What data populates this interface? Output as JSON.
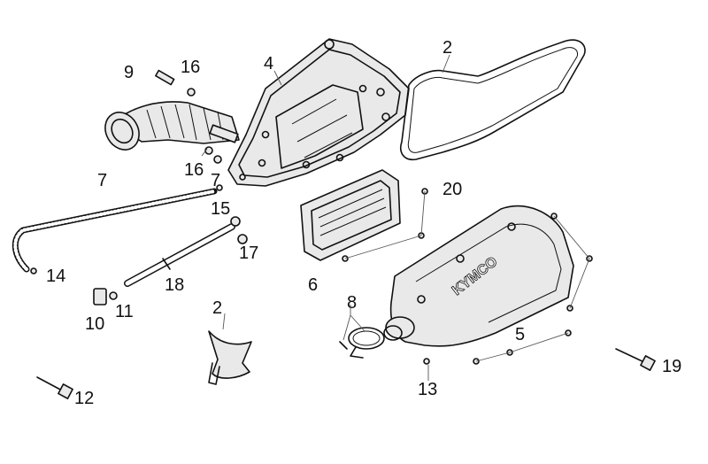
{
  "parts": [
    {
      "key": "p9",
      "label": "9"
    },
    {
      "key": "p16a",
      "label": "16"
    },
    {
      "key": "p4",
      "label": "4"
    },
    {
      "key": "p2a",
      "label": "2"
    },
    {
      "key": "p16b",
      "label": "16"
    },
    {
      "key": "p7a",
      "label": "7"
    },
    {
      "key": "p7b",
      "label": "7"
    },
    {
      "key": "p20",
      "label": "20"
    },
    {
      "key": "p15",
      "label": "15"
    },
    {
      "key": "p17",
      "label": "17"
    },
    {
      "key": "p14",
      "label": "14"
    },
    {
      "key": "p18",
      "label": "18"
    },
    {
      "key": "p6",
      "label": "6"
    },
    {
      "key": "p2b",
      "label": "2"
    },
    {
      "key": "p8",
      "label": "8"
    },
    {
      "key": "p10",
      "label": "10"
    },
    {
      "key": "p11",
      "label": "11"
    },
    {
      "key": "p5",
      "label": "5"
    },
    {
      "key": "p19",
      "label": "19"
    },
    {
      "key": "p12",
      "label": "12"
    },
    {
      "key": "p13",
      "label": "13"
    }
  ],
  "brand_mark": "KYMCO"
}
